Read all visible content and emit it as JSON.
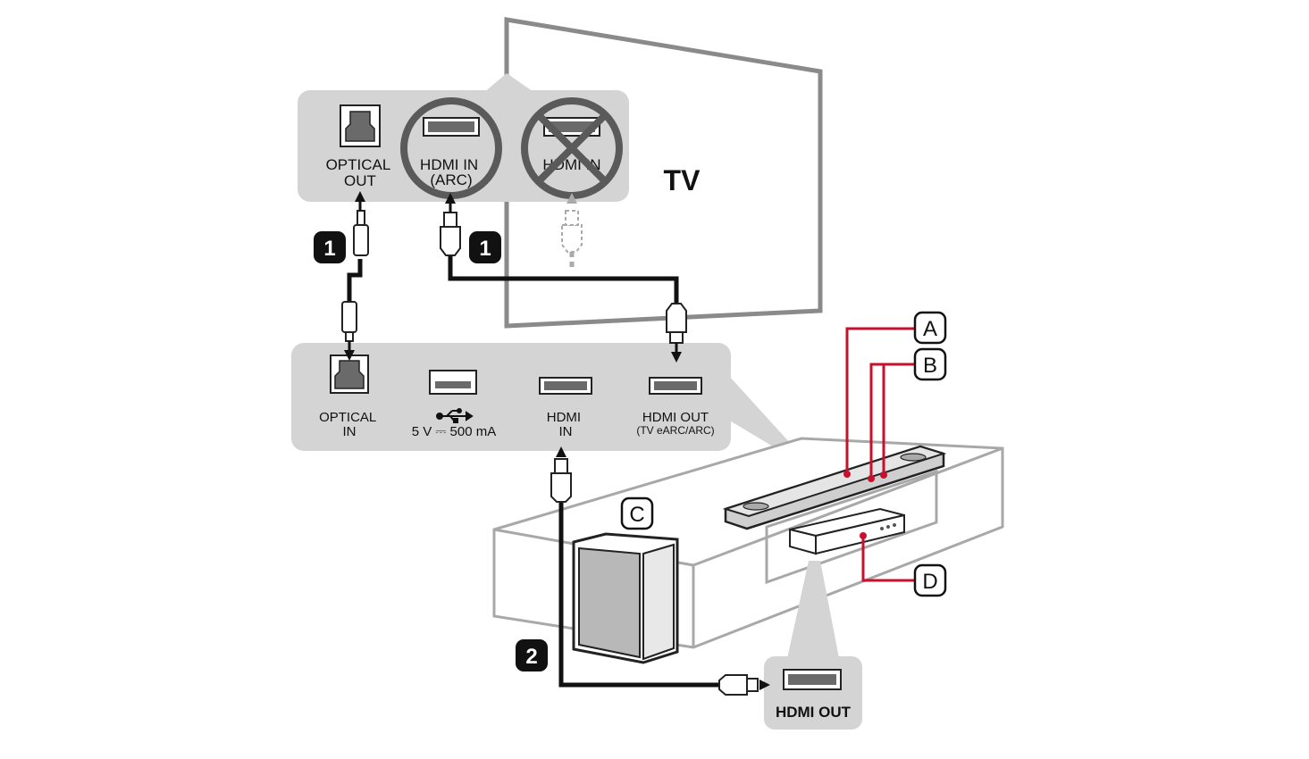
{
  "tv": {
    "title": "TV"
  },
  "tv_ports": {
    "optical_out": [
      "OPTICAL",
      "OUT"
    ],
    "hdmi_in_arc": [
      "HDMI IN",
      "(ARC)"
    ],
    "hdmi_in": "HDMI IN"
  },
  "soundbar_ports": {
    "optical_in": [
      "OPTICAL",
      "IN"
    ],
    "usb": "5 V ⎓ 500 mA",
    "hdmi_in": [
      "HDMI",
      "IN"
    ],
    "hdmi_out": [
      "HDMI OUT",
      "(TV eARC/ARC)"
    ]
  },
  "external_device": {
    "hdmi_out": "HDMI OUT"
  },
  "steps": {
    "step1_optical": "1",
    "step1_hdmi": "1",
    "step2": "2"
  },
  "callouts": {
    "a": "A",
    "b": "B",
    "c": "C",
    "d": "D"
  },
  "colors": {
    "panel": "#d4d4d4",
    "callout_line": "#c8102e",
    "cable": "#111111",
    "outline": "#8a8a8a"
  }
}
